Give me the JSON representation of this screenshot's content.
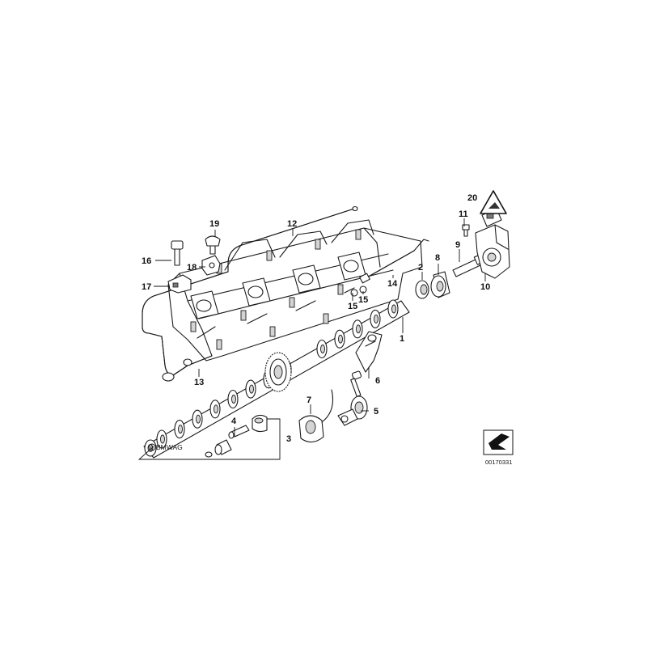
{
  "callouts": [
    {
      "id": "1",
      "label": "1"
    },
    {
      "id": "2",
      "label": "2"
    },
    {
      "id": "3",
      "label": "3"
    },
    {
      "id": "4",
      "label": "4"
    },
    {
      "id": "5",
      "label": "5"
    },
    {
      "id": "6",
      "label": "6"
    },
    {
      "id": "7",
      "label": "7"
    },
    {
      "id": "8",
      "label": "8"
    },
    {
      "id": "9",
      "label": "9"
    },
    {
      "id": "10",
      "label": "10"
    },
    {
      "id": "11",
      "label": "11"
    },
    {
      "id": "12",
      "label": "12"
    },
    {
      "id": "13",
      "label": "13"
    },
    {
      "id": "14",
      "label": "14"
    },
    {
      "id": "15a",
      "label": "15"
    },
    {
      "id": "15b",
      "label": "15"
    },
    {
      "id": "16",
      "label": "16"
    },
    {
      "id": "17",
      "label": "17"
    },
    {
      "id": "18",
      "label": "18"
    },
    {
      "id": "19",
      "label": "19"
    },
    {
      "id": "20",
      "label": "20"
    }
  ],
  "brand_label": "BMWAG",
  "drawing_number": "00170331",
  "icons": {
    "orientation": "orientation-arrow-icon",
    "warning": "warning-triangle-icon"
  },
  "colors": {
    "line": "#1a1a1a",
    "background": "#ffffff",
    "shade": "#d4d4d4"
  }
}
